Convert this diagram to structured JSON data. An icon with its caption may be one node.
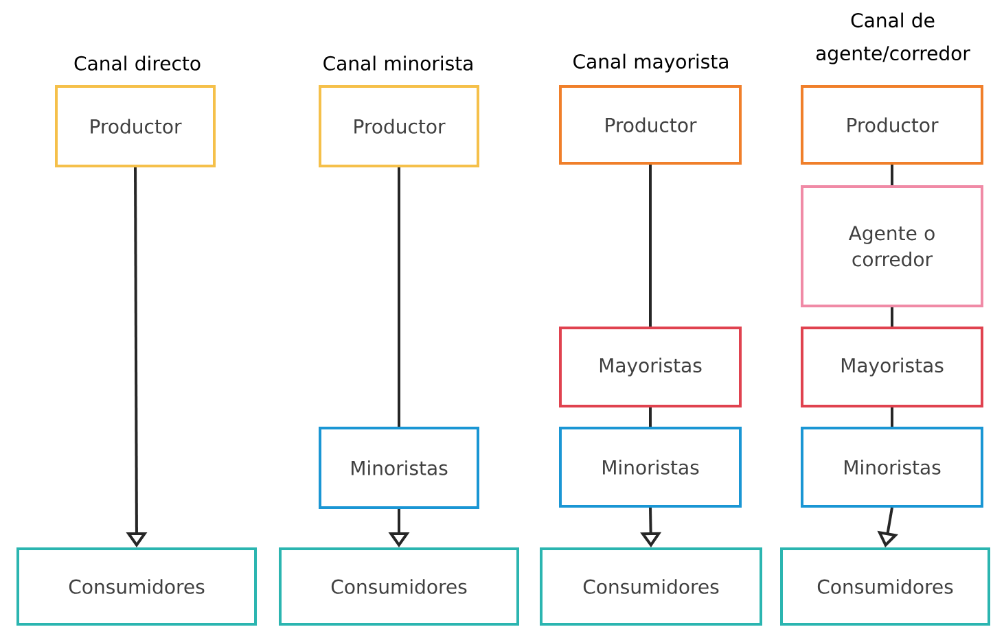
{
  "diagram": {
    "nodes": [
      {
        "text": [
          "Productor"
        ]
      },
      {
        "text": [
          "Consumidores"
        ]
      },
      {
        "text": [
          "Productor"
        ]
      },
      {
        "text": [
          "Minoristas"
        ]
      },
      {
        "text": [
          "Consumidores"
        ]
      },
      {
        "text": [
          "Productor"
        ]
      },
      {
        "text": [
          "Mayoristas"
        ]
      },
      {
        "text": [
          "Minoristas"
        ]
      },
      {
        "text": [
          "Consumidores"
        ]
      },
      {
        "text": [
          "Productor"
        ]
      },
      {
        "text": [
          "Agente o corredor"
        ]
      },
      {
        "text": [
          "Mayoristas"
        ]
      },
      {
        "text": [
          "Minoristas"
        ]
      },
      {
        "text": [
          "Consumidores"
        ]
      }
    ],
    "edges": [
      {
        "from": 0,
        "to": 1,
        "arrow": "to"
      },
      {
        "from": 2,
        "to": 3,
        "arrow": "none"
      },
      {
        "from": 3,
        "to": 4,
        "arrow": "to"
      },
      {
        "from": 5,
        "to": 6,
        "arrow": "none"
      },
      {
        "from": 6,
        "to": 7,
        "arrow": "none"
      },
      {
        "from": 7,
        "to": 8,
        "arrow": "to"
      },
      {
        "from": 9,
        "to": 10,
        "arrow": "none"
      },
      {
        "from": 10,
        "to": 11,
        "arrow": "none"
      },
      {
        "from": 11,
        "to": 12,
        "arrow": "none"
      },
      {
        "from": 12,
        "to": 13,
        "arrow": "to"
      }
    ],
    "labels": [
      "Canal directo",
      "Canal minorista",
      "Canal mayorista",
      "Canal de agente/corredor"
    ]
  }
}
